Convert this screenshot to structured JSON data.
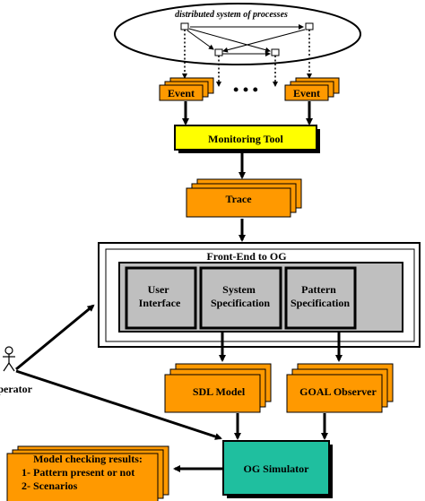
{
  "cluster": {
    "label": "distributed system of processes",
    "ellipsis": "• • •"
  },
  "events": {
    "left": "Event",
    "right": "Event"
  },
  "monitoring_tool": "Monitoring Tool",
  "trace": "Trace",
  "front_end": {
    "title": "Front-End to OG",
    "user_interface": [
      "User",
      "Interface"
    ],
    "system_spec": [
      "System",
      "Specification"
    ],
    "pattern_spec": [
      "Pattern",
      "Specification"
    ]
  },
  "operator": "Operator",
  "sdl_model": "SDL Model",
  "goal_observer": "GOAL Observer",
  "og_simulator": "OG Simulator",
  "results": {
    "title": "Model checking results:",
    "item1": "1- Pattern present or not",
    "item2": "2- Scenarios"
  },
  "colors": {
    "orange": "#ff9900",
    "yellow": "#ffff00",
    "gray": "#bfbfbf",
    "teal": "#1fbf9f"
  }
}
